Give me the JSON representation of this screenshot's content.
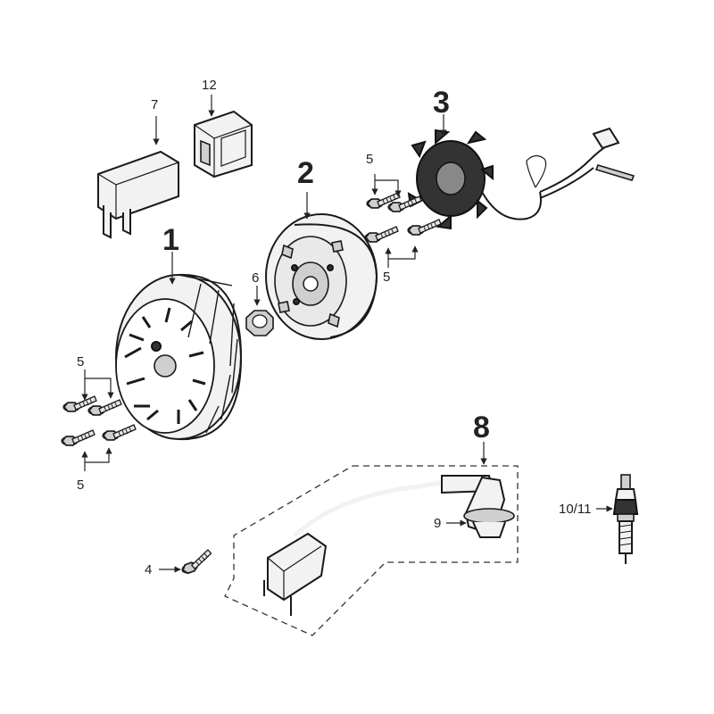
{
  "labels": {
    "p1": "1",
    "p2": "2",
    "p3": "3",
    "p4": "4",
    "p5_fan_top": "5",
    "p5_fan_bottom": "5",
    "p5_stator_top": "5",
    "p5_stator_bottom": "5",
    "p6": "6",
    "p7": "7",
    "p8": "8",
    "p9": "9",
    "p10_11": "10/11",
    "p12": "12"
  }
}
